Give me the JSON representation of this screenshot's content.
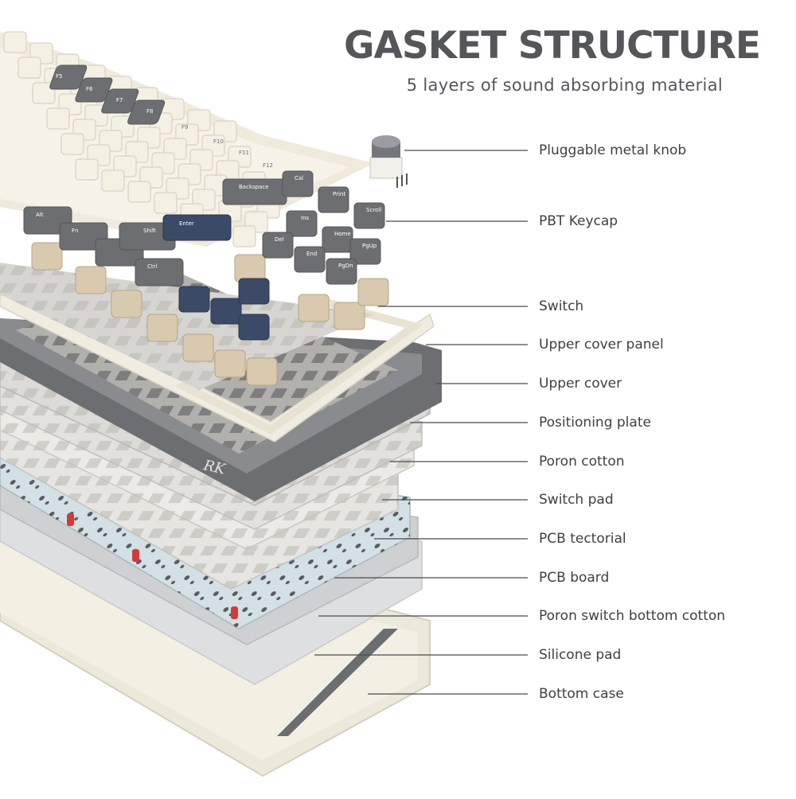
{
  "header": {
    "title": "GASKET STRUCTURE",
    "subtitle": "5 layers of sound absorbing material"
  },
  "colors": {
    "cream": "#efeadb",
    "dark_gray": "#6d6e72",
    "navy": "#3b4a66",
    "switch_tan": "#d9c9ae",
    "pcb_blue": "#cfdde3",
    "text": "#3e3f42"
  },
  "keycaps": {
    "row_fn": [
      "F5",
      "F6",
      "F7",
      "F8",
      "F9",
      "F10",
      "F11",
      "F12"
    ],
    "nav": [
      "Cal",
      "Print",
      "Scroll",
      "Ins",
      "Home",
      "PgUp",
      "Del",
      "End",
      "PgDn"
    ],
    "mods": [
      "Alt",
      "Fn",
      "Shift",
      "Ctrl",
      "Enter",
      "Backspace"
    ]
  },
  "logo_text": "RK",
  "callouts": [
    {
      "label": "Pluggable metal knob"
    },
    {
      "label": "PBT Keycap"
    },
    {
      "label": "Switch"
    },
    {
      "label": "Upper cover panel"
    },
    {
      "label": "Upper cover"
    },
    {
      "label": "Positioning plate"
    },
    {
      "label": "Poron cotton"
    },
    {
      "label": "Switch pad"
    },
    {
      "label": "PCB tectorial"
    },
    {
      "label": "PCB board"
    },
    {
      "label": "Poron switch bottom cotton"
    },
    {
      "label": "Silicone pad"
    },
    {
      "label": "Bottom case"
    }
  ]
}
